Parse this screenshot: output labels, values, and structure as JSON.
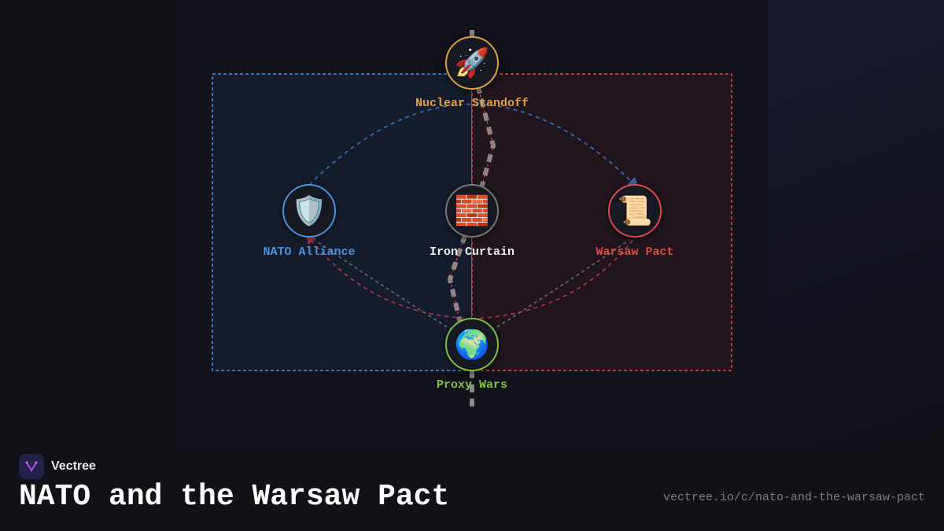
{
  "diagram": {
    "nodes": [
      {
        "id": "nuclear",
        "label": "Nuclear Standoff",
        "icon": "rocket-icon",
        "emoji": "🚀",
        "color": "#e0a040"
      },
      {
        "id": "nato",
        "label": "NATO Alliance",
        "icon": "shield-icon",
        "emoji": "🛡️",
        "color": "#4a90e2"
      },
      {
        "id": "iron",
        "label": "Iron Curtain",
        "icon": "brick-wall-icon",
        "emoji": "🧱",
        "color": "#eeeeee"
      },
      {
        "id": "warsaw",
        "label": "Warsaw Pact",
        "icon": "scroll-icon",
        "emoji": "📜",
        "color": "#e04848"
      },
      {
        "id": "proxy",
        "label": "Proxy Wars",
        "icon": "globe-icon",
        "emoji": "🌍",
        "color": "#7cc040"
      }
    ],
    "groups": [
      {
        "id": "west",
        "color": "#4a90e2"
      },
      {
        "id": "east",
        "color": "#e04848"
      }
    ]
  },
  "footer": {
    "brand": "Vectree",
    "title": "NATO and the Warsaw Pact",
    "url": "vectree.io/c/nato-and-the-warsaw-pact"
  }
}
